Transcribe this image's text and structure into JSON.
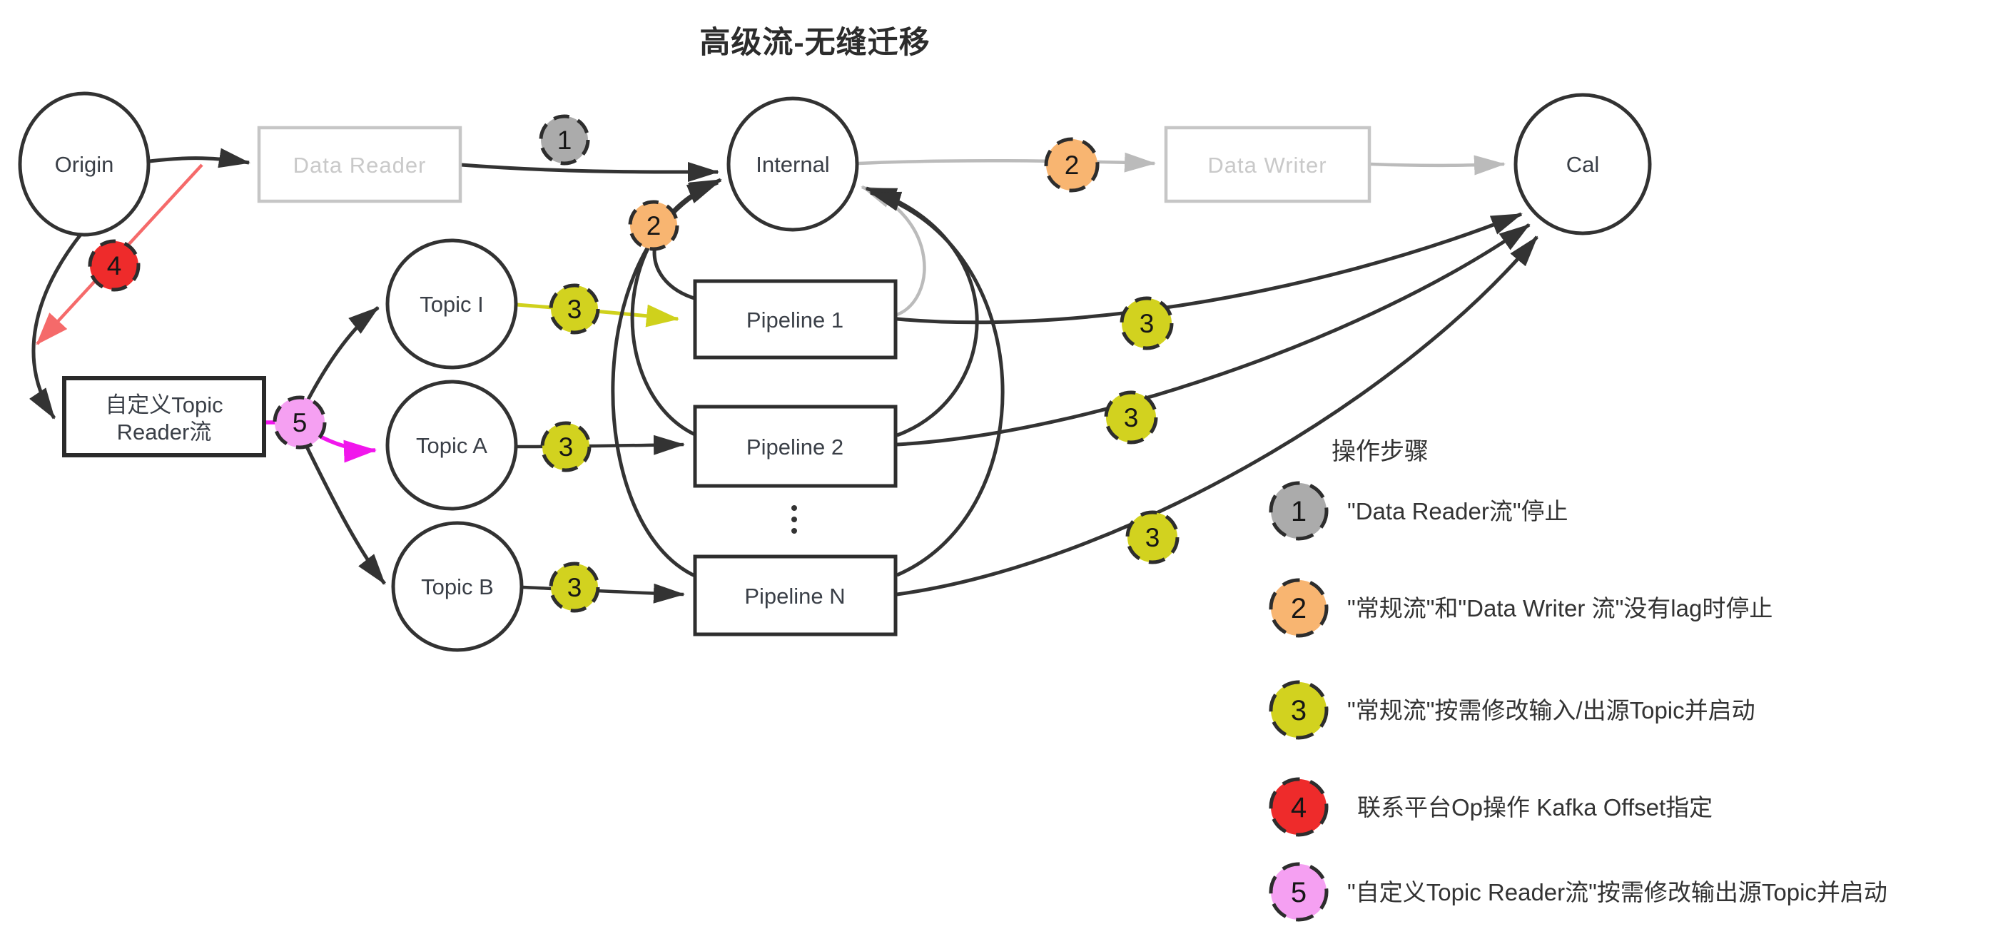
{
  "title": "高级流-无缝迁移",
  "nodes": {
    "origin": "Origin",
    "data_reader": "Data Reader",
    "internal": "Internal",
    "data_writer": "Data Writer",
    "cal": "Cal",
    "custom_reader": {
      "line1": "自定义Topic",
      "line2": "Reader流"
    },
    "topic_i": "Topic I",
    "topic_a": "Topic A",
    "topic_b": "Topic B",
    "pipeline_1": "Pipeline 1",
    "pipeline_2": "Pipeline 2",
    "pipeline_n": "Pipeline N"
  },
  "badge_numbers": {
    "n1": "1",
    "n2": "2",
    "n3": "3",
    "n4": "4",
    "n5": "5"
  },
  "legend": {
    "header": "操作步骤",
    "items": [
      {
        "num": "1",
        "color": "#ababab",
        "label": "\"Data Reader流\"停止"
      },
      {
        "num": "2",
        "color": "#f8b571",
        "label": "\"常规流\"和\"Data Writer 流\"没有lag时停止"
      },
      {
        "num": "3",
        "color": "#d2d21f",
        "label": "\"常规流\"按需修改输入/出源Topic并启动"
      },
      {
        "num": "4",
        "color": "#ee2b2b",
        "label": "联系平台Op操作 Kafka Offset指定"
      },
      {
        "num": "5",
        "color": "#f5a0f2",
        "label": "\"自定义Topic Reader流\"按需修改输出源Topic并启动"
      }
    ]
  },
  "colors": {
    "line_dark": "#333333",
    "line_gray": "#bbbbbb",
    "inactive_box": "#c6c6c6",
    "step1_gray": "#ababab",
    "step2_orange": "#f8b571",
    "step3_yellow": "#d2d21f",
    "step4_red": "#ee2b2b",
    "step5_pink": "#f5a0f2",
    "arrow_red": "#f56a6a",
    "arrow_magenta": "#f116ec",
    "arrow_yellow": "#cfd11c"
  }
}
